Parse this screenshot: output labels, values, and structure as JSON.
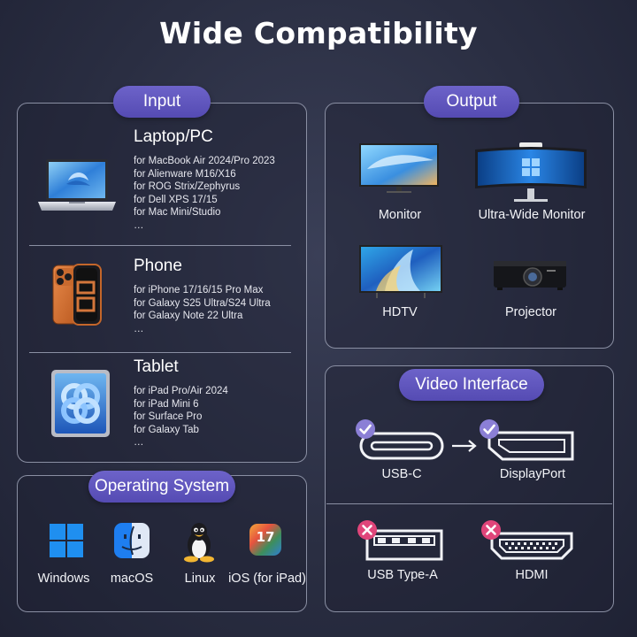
{
  "title": "Wide Compatibility",
  "input": {
    "label": "Input",
    "devices": [
      {
        "name": "Laptop/PC",
        "items": [
          "for MacBook Air 2024/Pro 2023",
          "for Alienware M16/X16",
          "for ROG Strix/Zephyrus",
          "for Dell XPS 17/15",
          "for Mac Mini/Studio",
          "…"
        ]
      },
      {
        "name": "Phone",
        "items": [
          "for iPhone 17/16/15 Pro Max",
          "for Galaxy S25 Ultra/S24 Ultra",
          "for Galaxy Note 22 Ultra",
          "…"
        ]
      },
      {
        "name": "Tablet",
        "items": [
          "for iPad Pro/Air 2024",
          "for iPad Mini 6",
          "for Surface Pro",
          "for Galaxy Tab",
          "…"
        ]
      }
    ]
  },
  "output": {
    "label": "Output",
    "items": [
      "Monitor",
      "Ultra-Wide Monitor",
      "HDTV",
      "Projector"
    ]
  },
  "video": {
    "label": "Video Interface",
    "supported": [
      "USB-C",
      "DisplayPort"
    ],
    "unsupported": [
      "USB Type-A",
      "HDMI"
    ]
  },
  "os": {
    "label": "Operating System",
    "items": [
      "Windows",
      "macOS",
      "Linux",
      "iOS (for iPad)"
    ],
    "ios_badge": "17"
  },
  "colors": {
    "accent": "#5f55bf",
    "check": "#8b7fd6",
    "cross": "#e0457a",
    "border": "#8a8fa3"
  }
}
